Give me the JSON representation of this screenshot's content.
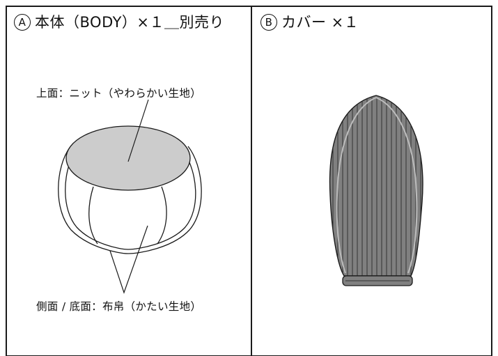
{
  "panel_a": {
    "marker": "A",
    "title": "本体（BODY）×１＿別売り",
    "top_label": "上面：ニット（やわらかい生地）",
    "side_label": "側面 / 底面：布帛（かたい生地）"
  },
  "panel_b": {
    "marker": "B",
    "title": "カバー ×１"
  },
  "colors": {
    "top_fabric": "#cccccc",
    "cover_fabric": "#808080",
    "line": "#1a1a1a"
  }
}
